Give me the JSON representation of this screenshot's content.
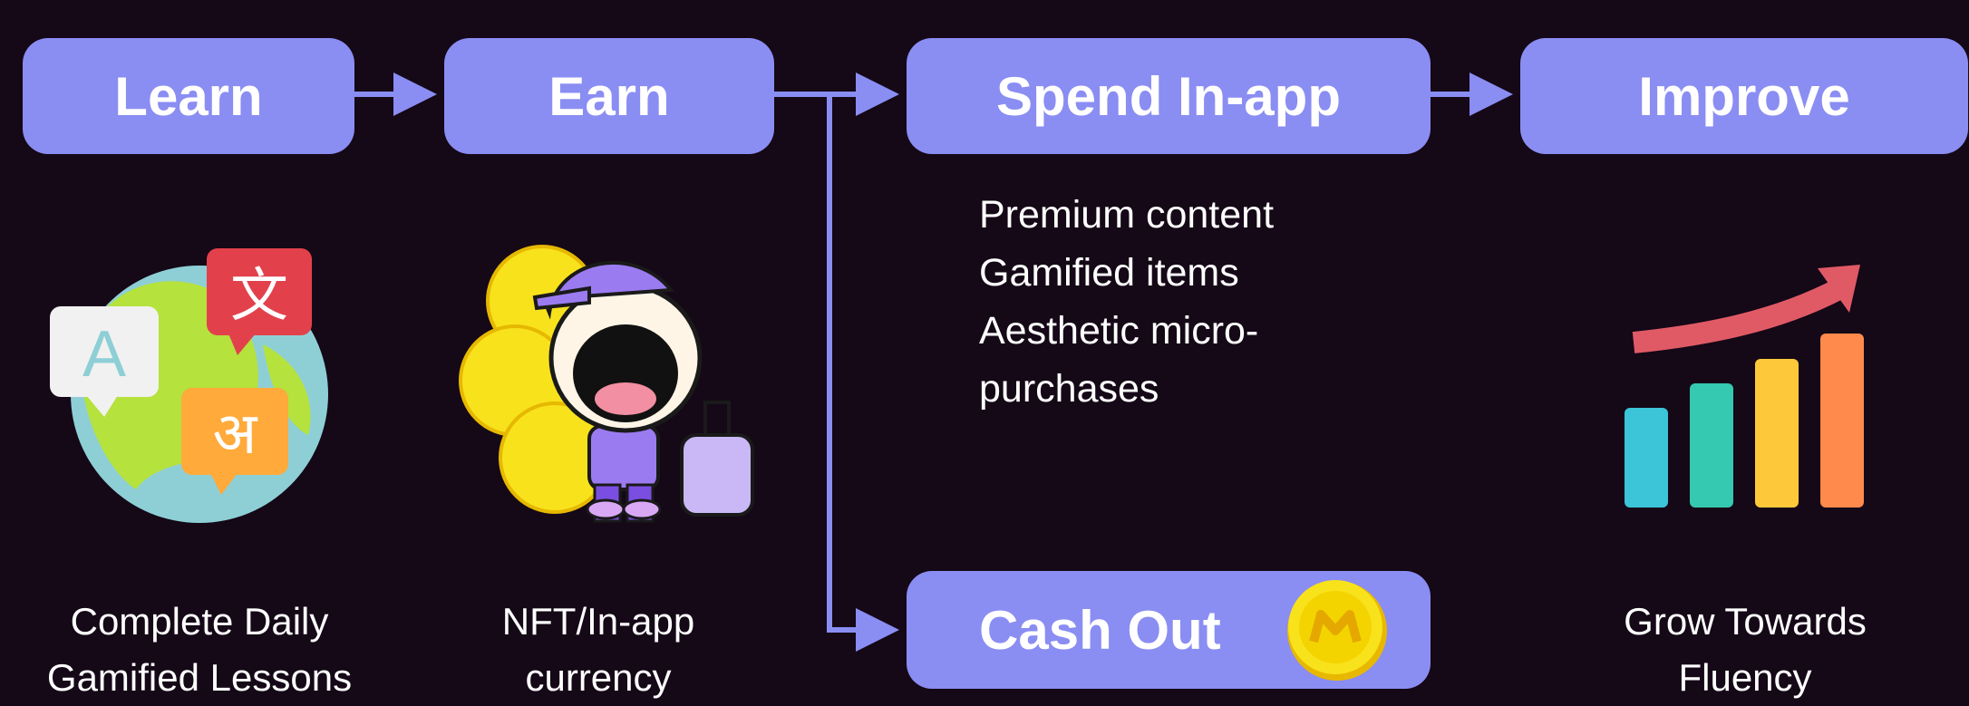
{
  "boxes": {
    "learn": "Learn",
    "earn": "Earn",
    "spend": "Spend In-app",
    "improve": "Improve",
    "cash_out": "Cash Out"
  },
  "spend_items": [
    "Premium content",
    "Gamified items",
    "Aesthetic micro-",
    "purchases"
  ],
  "captions": {
    "learn": [
      "Complete Daily",
      "Gamified Lessons"
    ],
    "earn": [
      "NFT/In-app",
      "currency"
    ],
    "improve": [
      "Grow Towards",
      "Fluency"
    ]
  },
  "illustration_glyphs": {
    "latin": "A",
    "chinese": "文",
    "devanagari": "अ"
  },
  "colors": {
    "background": "#150817",
    "box": "#8a8df2",
    "arrow": "#8a8df2",
    "coin": "#f8e21c",
    "bar_colors": [
      "#3cc4d8",
      "#34c9b0",
      "#fdc93a",
      "#ff8a4c"
    ],
    "trend_arrow": "#e05a66"
  },
  "icons": [
    "globe-languages-icon",
    "mascot-coins-icon",
    "coin-icon",
    "growth-chart-icon"
  ]
}
